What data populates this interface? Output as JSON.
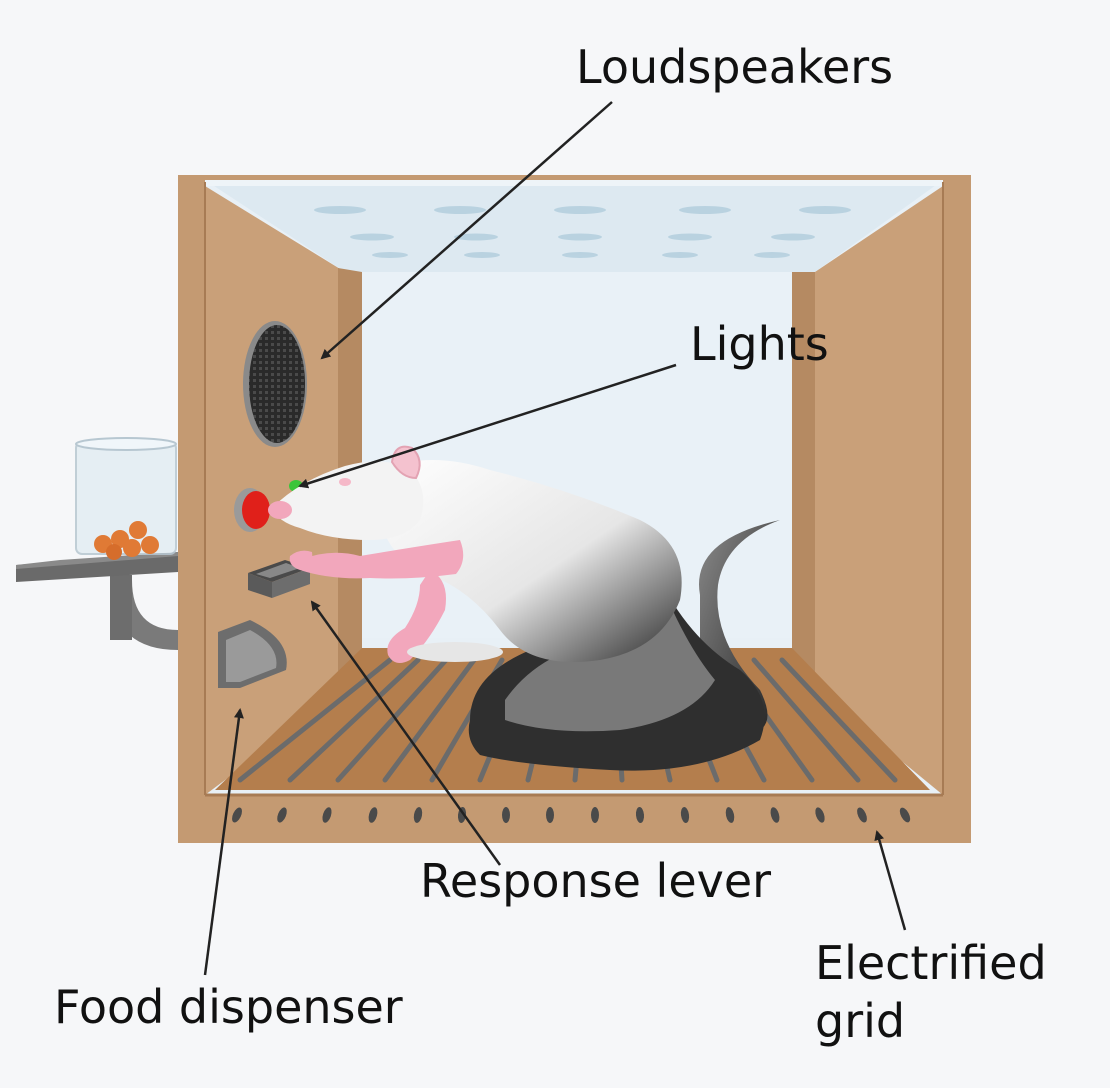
{
  "labels": {
    "loudspeakers": "Loudspeakers",
    "lights": "Lights",
    "response_lever": "Response lever",
    "food_dispenser": "Food dispenser",
    "electrified_grid_line1": "Electrified",
    "electrified_grid_line2": "grid"
  },
  "colors": {
    "background": "#f6f7f9",
    "box_wood": "#c49a72",
    "box_wood_dark": "#a77b54",
    "box_wood_light": "#d2ad86",
    "glass": "#e8f0f6",
    "ceiling": "#dde9f1",
    "floor": "#b47e4d",
    "grid_bar": "#6b6b6b",
    "speaker": "#2a2a2a",
    "light_red": "#e0201a",
    "light_green": "#3ac53a",
    "metal": "#6d6d6d",
    "pellet": "#e07a35",
    "rat_fur": "#f3f3f3",
    "rat_pink": "#f2a7bc",
    "label_text": "#111111",
    "arrow": "#222222"
  },
  "icons": {
    "speaker": "loudspeaker-icon",
    "lights": "stimulus-lights-icon",
    "lever": "lever-icon",
    "dispenser": "food-dispenser-icon",
    "rat": "rat-illustration",
    "grid": "electrified-grid-icon"
  }
}
